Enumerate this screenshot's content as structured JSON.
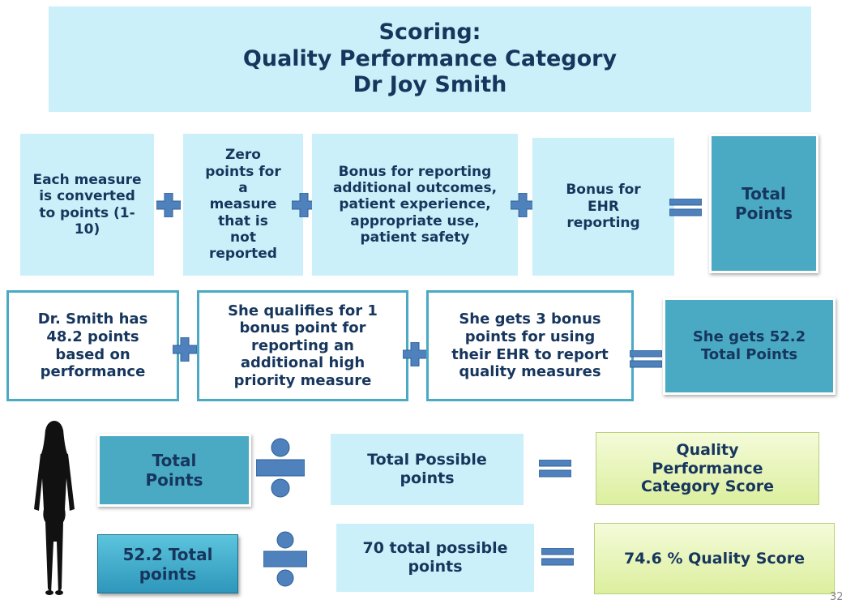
{
  "title": {
    "line1": "Scoring:",
    "line2": "Quality Performance Category",
    "line3": "Dr Joy Smith"
  },
  "row1": {
    "box1": "Each measure is converted to points (1-10)",
    "box2": "Zero points for a measure that is not reported",
    "box3": "Bonus for reporting additional outcomes, patient experience, appropriate use, patient safety",
    "box4": "Bonus for EHR reporting",
    "box5": "Total Points"
  },
  "row2": {
    "box1": "Dr. Smith has 48.2 points based on performance",
    "box2": "She qualifies for 1 bonus point for reporting an additional high priority measure",
    "box3": "She gets 3 bonus points for using their EHR to report quality measures",
    "box4": "She gets 52.2 Total Points"
  },
  "row3": {
    "box1": "Total Points",
    "box2": "Total  Possible points",
    "box3": "Quality Performance Category Score"
  },
  "row4": {
    "box1": "52.2 Total points",
    "box2": "70 total possible points",
    "box3": "74.6 % Quality Score"
  },
  "page_number": "32",
  "icons": [
    "plus-icon",
    "equals-icon",
    "divide-icon",
    "woman-silhouette-icon"
  ],
  "colors": {
    "title": "#17365d",
    "light_box": "#ccf0f9",
    "teal_box": "#4aa9c3",
    "operator": "#4f81bd",
    "green_box": "#dcef9e"
  }
}
